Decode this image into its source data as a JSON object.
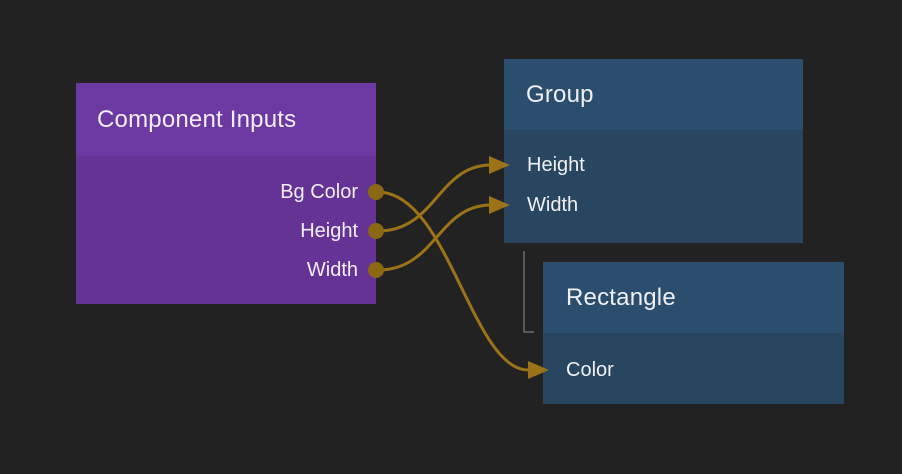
{
  "canvas": {
    "background_color": "#222222",
    "text_color": "#f0eff4"
  },
  "nodes": [
    {
      "title": "Component Inputs",
      "kind": "source-node",
      "header_color": "#6c38a1",
      "body_color": "#653395",
      "outputs": [
        {
          "label": "Bg Color"
        },
        {
          "label": "Height"
        },
        {
          "label": "Width"
        }
      ]
    },
    {
      "title": "Group",
      "kind": "target-node",
      "header_color": "#2b4d6e",
      "body_color": "#284660",
      "inputs": [
        {
          "label": "Height"
        },
        {
          "label": "Width"
        }
      ]
    },
    {
      "title": "Rectangle",
      "kind": "target-node",
      "header_color": "#2b4d6e",
      "body_color": "#284660",
      "inputs": [
        {
          "label": "Color"
        }
      ]
    }
  ],
  "connections": [
    {
      "from_node": "Component Inputs",
      "from_port": "Bg Color",
      "to_node": "Rectangle",
      "to_port": "Color"
    },
    {
      "from_node": "Component Inputs",
      "from_port": "Height",
      "to_node": "Group",
      "to_port": "Height"
    },
    {
      "from_node": "Component Inputs",
      "from_port": "Width",
      "to_node": "Group",
      "to_port": "Width"
    }
  ],
  "hierarchy_link": {
    "parent": "Group",
    "child": "Rectangle",
    "color": "#585858"
  },
  "wire_color": "#9c7317",
  "port_dot_color": "#8c6813"
}
